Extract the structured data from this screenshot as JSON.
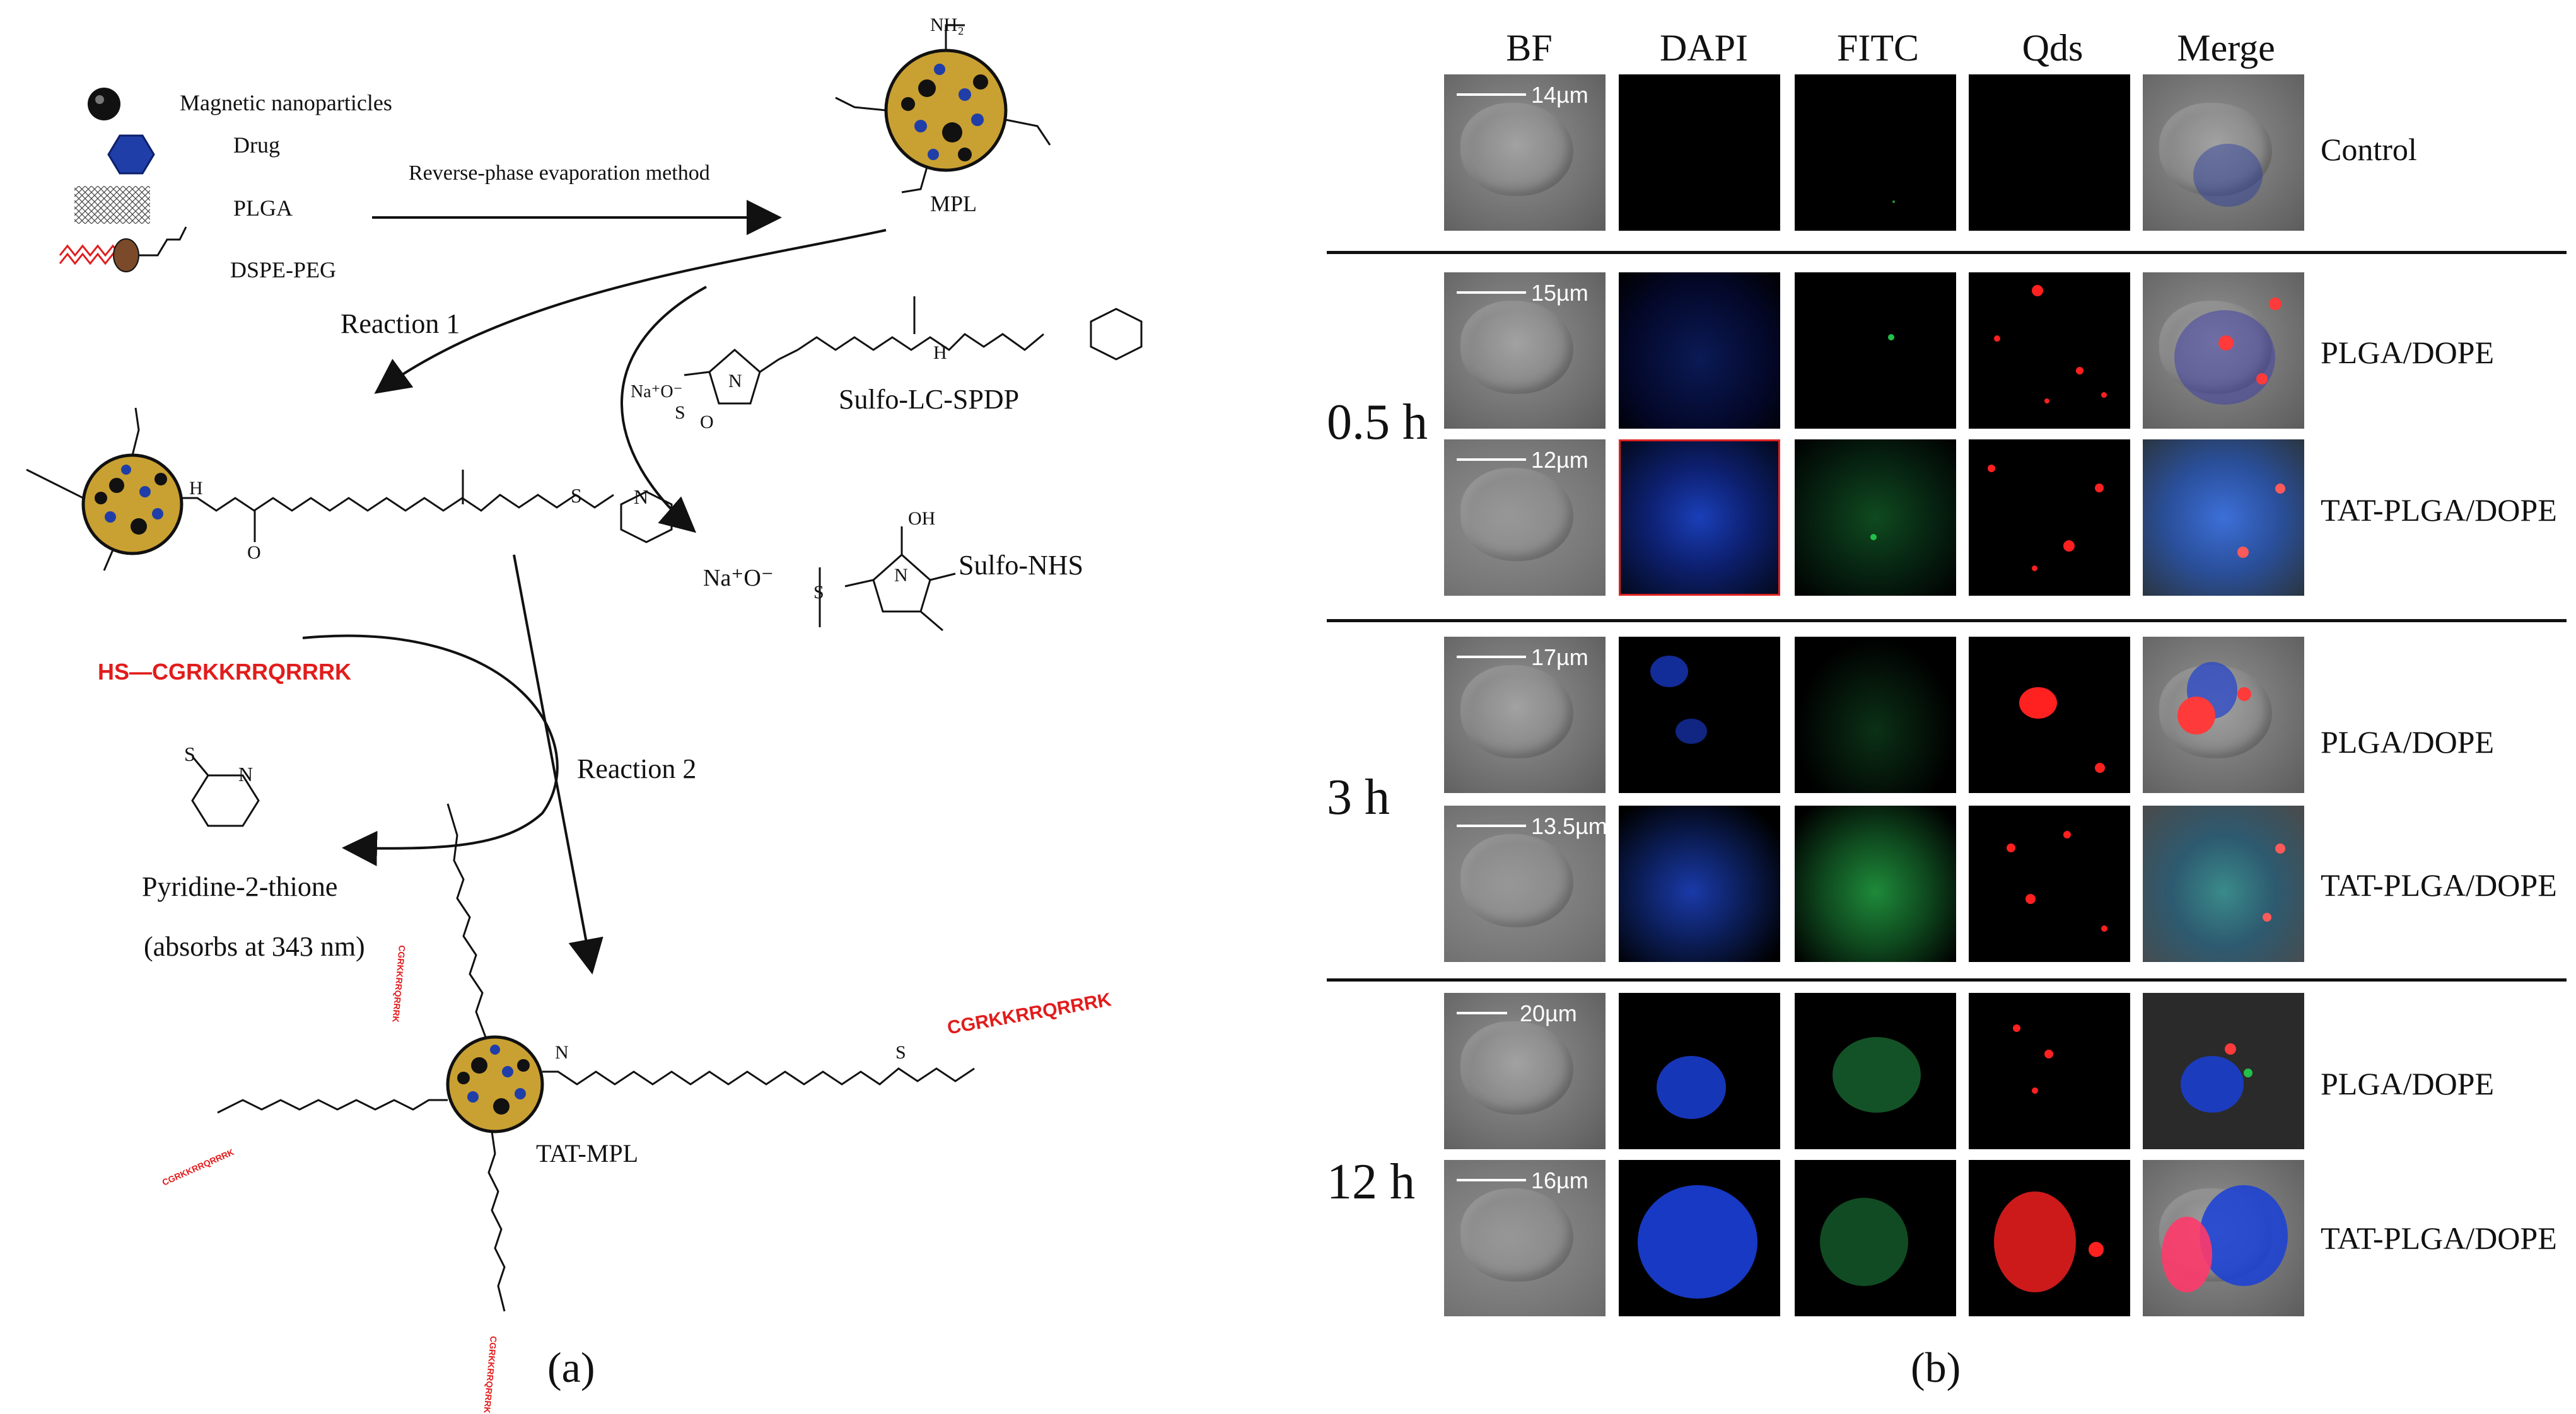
{
  "panel_a": {
    "legend": {
      "magnetic": "Magnetic nanoparticles",
      "drug": "Drug",
      "plga": "PLGA",
      "dspe": "DSPE-PEG"
    },
    "method": "Reverse-phase evaporation method",
    "mpl": "MPL",
    "reaction1": "Reaction  1",
    "reaction2": "Reaction  2",
    "spdp": "Sulfo-LC-SPDP",
    "nhs": "Sulfo-NHS",
    "na_o_small": "Na⁺O⁻",
    "na_o": "Na⁺O⁻",
    "nh2": "NH₂",
    "peptide_hs": "HS",
    "peptide_seq": "CGRKKRRQRRRK",
    "pyridine": "Pyridine-2-thione",
    "absorbs": "(absorbs at 343 nm)",
    "tatmpl": "TAT-MPL",
    "atom_N": "N",
    "atom_S": "S",
    "atom_O": "O",
    "atom_H": "H",
    "atom_OH": "OH",
    "atom_NH": "H",
    "letter": "(a)"
  },
  "panel_b": {
    "columns": [
      "BF",
      "DAPI",
      "FITC",
      "Qds",
      "Merge"
    ],
    "timepoints": [
      "0.5 h",
      "3 h",
      "12 h"
    ],
    "groups": {
      "control": "Control",
      "plga": "PLGA/DOPE",
      "tat": "TAT-PLGA/DOPE"
    },
    "scalebars": [
      "14µm",
      "15µm",
      "12µm",
      "17µm",
      "13.5µm",
      "20µm",
      "16µm"
    ],
    "letter": "(b)"
  },
  "colors": {
    "particle": "#c9a032",
    "drug": "#1f3ea8",
    "peptide": "#e21c1c",
    "dapi": "#1a3fd8",
    "fitc": "#22c04a",
    "qds": "#ff2020"
  }
}
